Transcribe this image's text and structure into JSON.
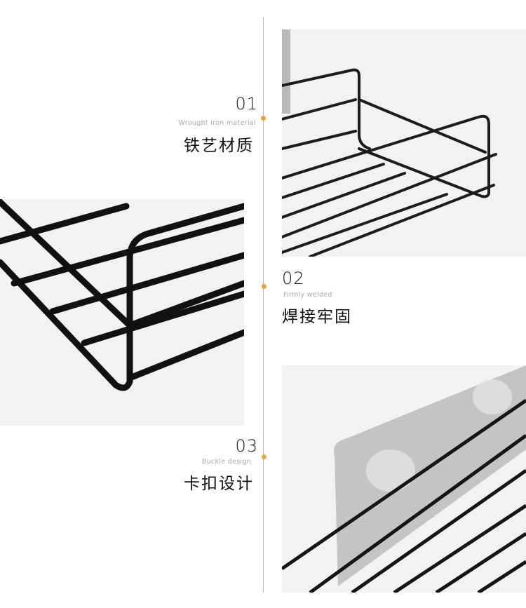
{
  "features": [
    {
      "number": "01",
      "english": "Wrought iron material",
      "chinese": "铁艺材质"
    },
    {
      "number": "02",
      "english": "Firmly welded",
      "chinese": "焊接牢固"
    },
    {
      "number": "03",
      "english": "Buckle design",
      "chinese": "卡扣设计"
    }
  ],
  "colors": {
    "accent_dot": "#eaa53a",
    "timeline": "#b8b8b8",
    "photo_bg": "#f2f2f2",
    "wire": "#1a1a1a"
  },
  "images": [
    {
      "alt": "Black wire shelf corner with stainless backplate"
    },
    {
      "alt": "Close-up of welded wire joint"
    },
    {
      "alt": "Stainless adhesive plate with buckle hooks"
    }
  ]
}
